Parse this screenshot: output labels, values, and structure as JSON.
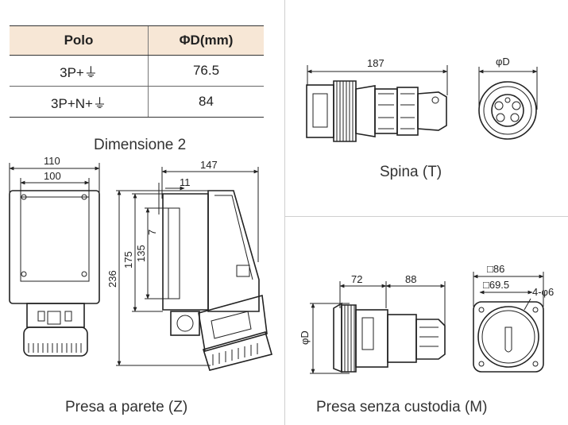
{
  "table": {
    "headers": [
      "Polo",
      "ΦD(mm)"
    ],
    "rows": [
      {
        "pole": "3P+⏚",
        "diameter": "76.5"
      },
      {
        "pole": "3P+N+⏚",
        "diameter": "84"
      }
    ]
  },
  "captions": {
    "dimension": "Dimensione 2",
    "plug": "Spina (T)",
    "wall_socket": "Presa a parete (Z)",
    "socket_no_housing": "Presa senza custodia (M)"
  },
  "dims": {
    "plug_length": "187",
    "plug_phi": "φD",
    "wall_w_outer": "110",
    "wall_w_inner": "100",
    "wall_depth": "147",
    "wall_d11": "11",
    "wall_d7": "7",
    "wall_h135": "135",
    "wall_h175": "175",
    "wall_h236": "236",
    "m_72": "72",
    "m_88": "88",
    "m_phi": "φD",
    "m_sq86": "□86",
    "m_sq695": "□69.5",
    "m_holes": "4-φ6"
  },
  "colors": {
    "header_bg": "#f7e7d6",
    "divider": "#cfcfcf"
  }
}
